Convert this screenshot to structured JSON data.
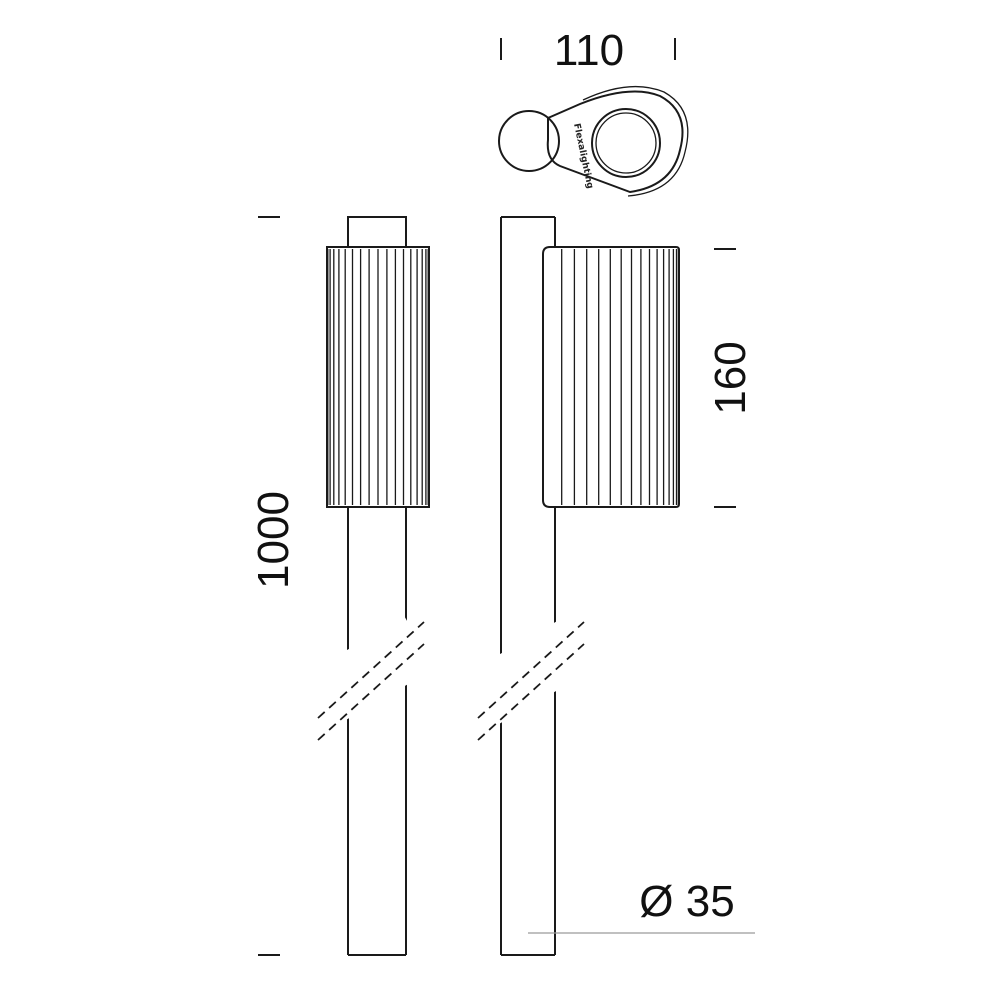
{
  "dimensions": {
    "width_top": "110",
    "shade_height": "160",
    "total_height": "1000",
    "diameter": "Ø 35"
  },
  "top_view": {
    "brand_mark": "Flexalighting"
  },
  "colors": {
    "line": "#1a1a1a",
    "leader": "#9a9a9a",
    "background": "#ffffff"
  }
}
